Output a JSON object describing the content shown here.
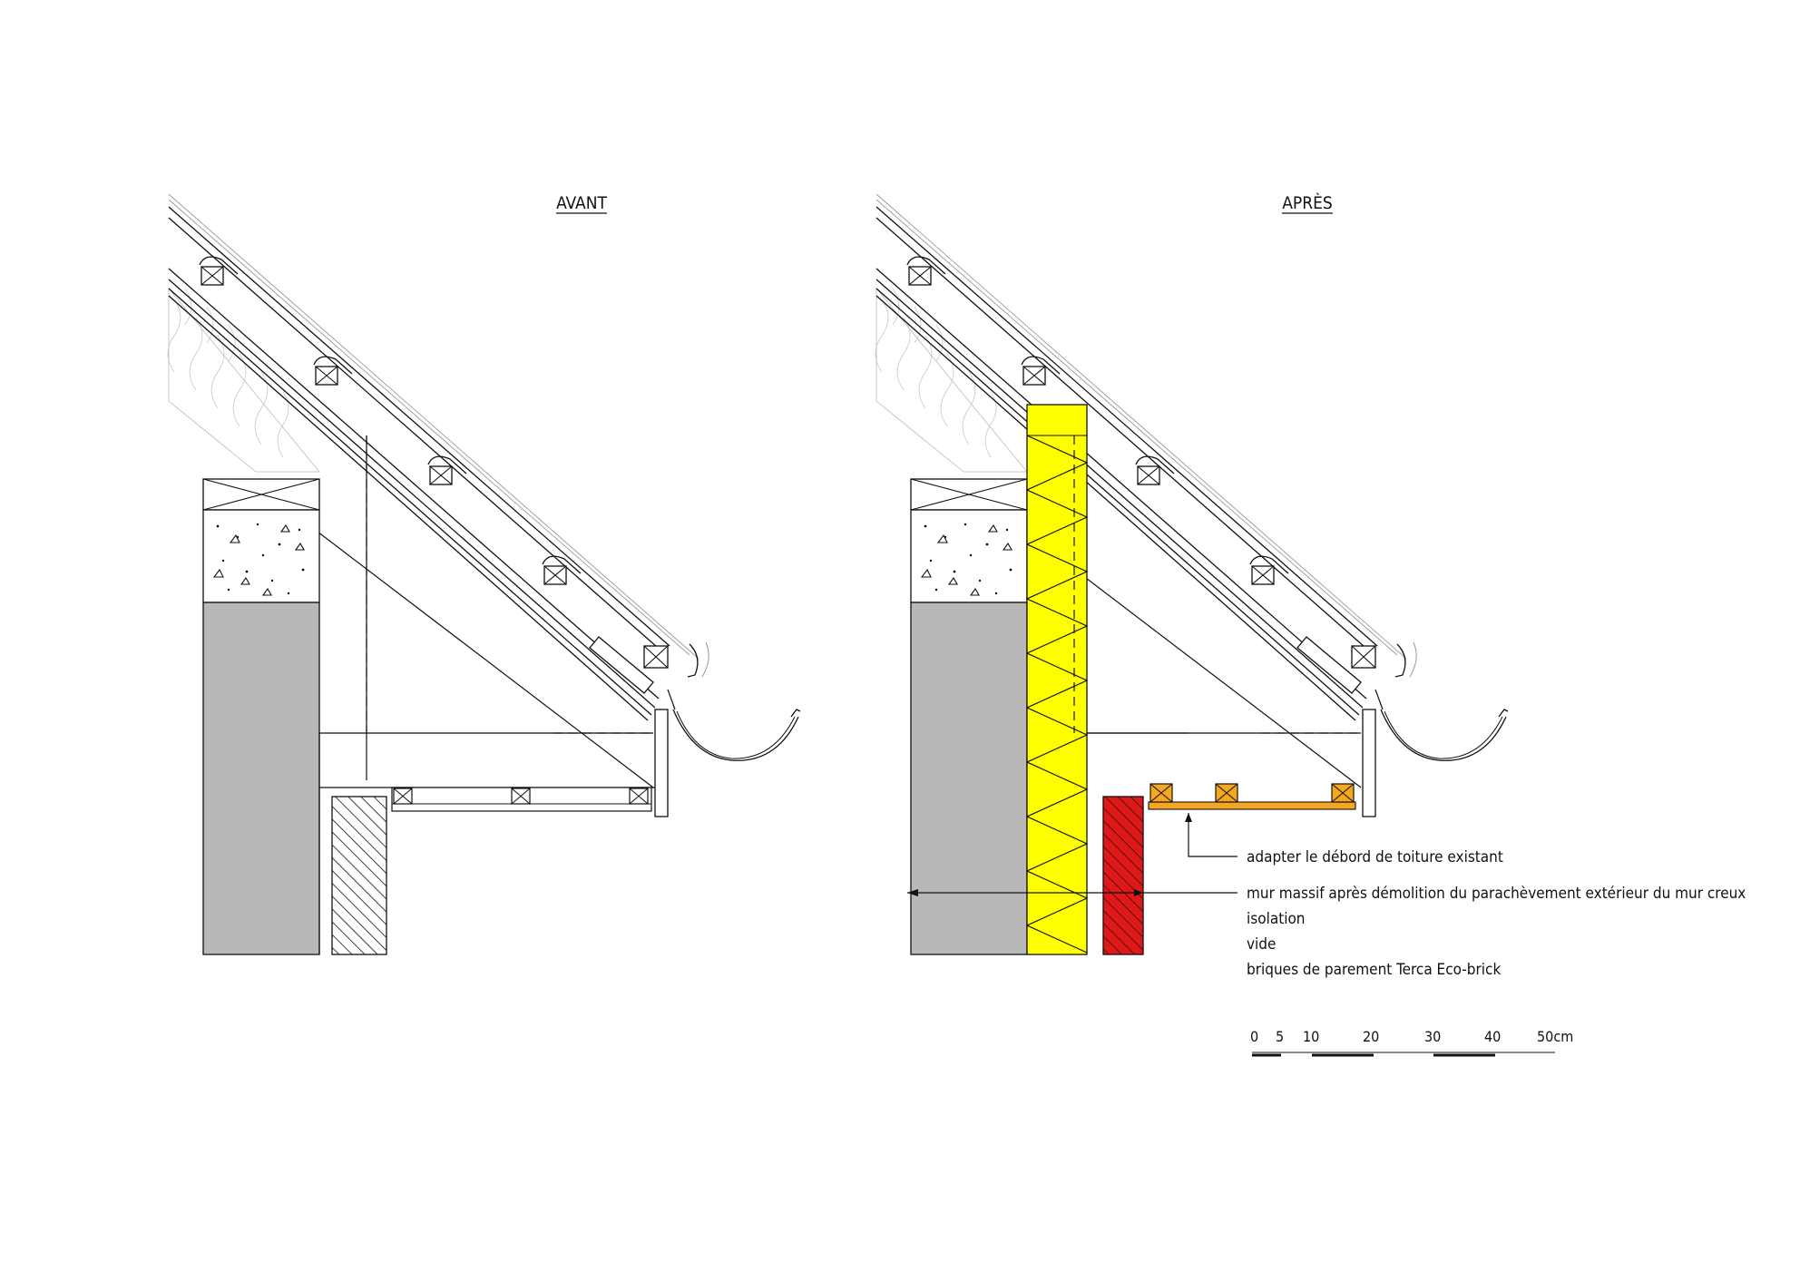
{
  "titles": {
    "before": "AVANT",
    "after": "APRÈS"
  },
  "annotations": [
    "adapter le débord de toiture existant",
    "mur massif après démolition du parachèvement extérieur du mur creux",
    "isolation",
    "vide",
    "briques de parement Terca Eco-brick"
  ],
  "scale_bar": {
    "labels": [
      "0",
      "5",
      "10",
      "20",
      "30",
      "40",
      "50cm"
    ]
  },
  "colors": {
    "masonry_wall": "#b8b8b8",
    "insulation": "#ffff00",
    "facing_brick": "#e01818",
    "soffit_timber": "#f5a623",
    "line": "#111111"
  }
}
